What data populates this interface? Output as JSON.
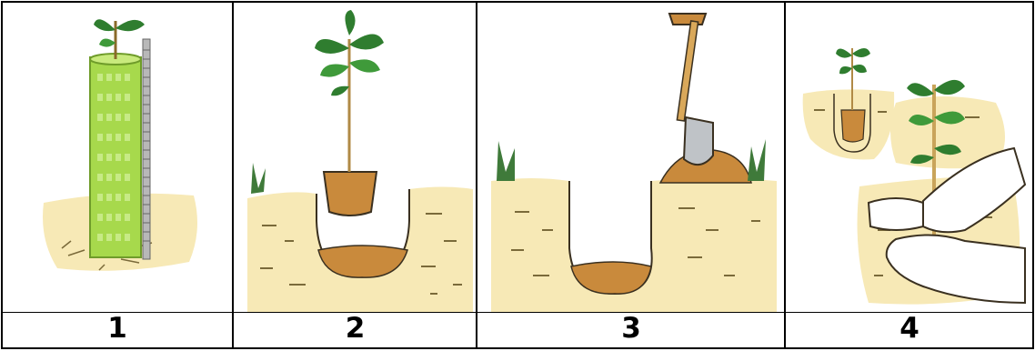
{
  "panels": [
    {
      "number": "1"
    },
    {
      "number": "2"
    },
    {
      "number": "3"
    },
    {
      "number": "4"
    }
  ],
  "colors": {
    "soil": "#f7e9b6",
    "soil_dark": "#e2c98a",
    "compost": "#c98a3c",
    "tree_guard": "#a7d94c",
    "leaf": "#2f7d2f",
    "stem": "#c9a45a",
    "skin": "#ffffff",
    "border": "#000000"
  },
  "icons": [
    "tree-guard-icon",
    "potted-sapling-icon",
    "spade-icon",
    "hands-icon",
    "planting-hole-icon"
  ]
}
